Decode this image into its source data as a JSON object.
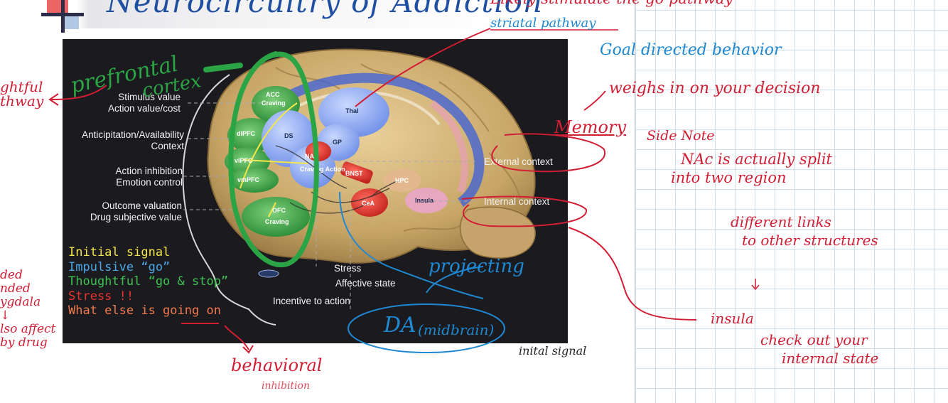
{
  "slide": {
    "title": "Neurocircuitry of Addiction"
  },
  "figure": {
    "left_labels": [
      {
        "line1": "Stimulus value",
        "line2": "Action value/cost"
      },
      {
        "line1": "Anticipitation/Availability",
        "line2": "Context"
      },
      {
        "line1": "Action inhibition",
        "line2": "Emotion control"
      },
      {
        "line1": "Outcome valuation",
        "line2": "Drug subjective value"
      }
    ],
    "right_labels": [
      "External context",
      "Internal context"
    ],
    "bottom_labels": [
      "Stress",
      "Affective state",
      "Incentive to action"
    ],
    "regions": {
      "acc": "ACC",
      "acc_craving": "Craving",
      "dlpfc": "dlPFC",
      "vlpfc": "vlPFC",
      "vmpfc": "vmPFC",
      "ofc": "OFC",
      "ofc_craving": "Craving",
      "ds": "DS",
      "thal": "Thal",
      "gp": "GP",
      "nac": "NAc",
      "nac_sub": "Craving Action",
      "bnst": "BNST",
      "cea": "CeA",
      "hpc": "HPC",
      "insula": "Insula"
    },
    "legend": [
      {
        "text": "Initial signal",
        "color": "#f2e64a"
      },
      {
        "text": "Impulsive “go”",
        "color": "#4aa8e8"
      },
      {
        "text": "Thoughtful “go & stop”",
        "color": "#3fc24f"
      },
      {
        "text": "Stress !!",
        "color": "#e8342e"
      },
      {
        "text": "What else is going on",
        "color": "#f07a4e"
      }
    ]
  },
  "annotations": {
    "top_red": "Likely stimulate the go pathway",
    "striatal": "striatal pathway",
    "goal": "Goal directed behavior",
    "prefrontal_1": "prefrontal",
    "prefrontal_2": "cortex",
    "left_1": "ghtful",
    "left_2": "thway",
    "weighs": "weighs in on your decision",
    "memory": "Memory",
    "side_note": "Side Note",
    "nac_line1": "NAc is actually split",
    "nac_line2": "into two region",
    "diff_1": "different links",
    "diff_2": "to other structures",
    "projecting": "projecting",
    "da": "DA",
    "midbrain": "(midbrain)",
    "initial": "inital signal",
    "insula": "insula",
    "check_1": "check out your",
    "check_2": "internal state",
    "behavioral_1": "behavioral",
    "behavioral_2": "inhibition",
    "left_stack": [
      "ded",
      "nded",
      "ygdala",
      "↓",
      "lso affect",
      "by drug"
    ]
  }
}
